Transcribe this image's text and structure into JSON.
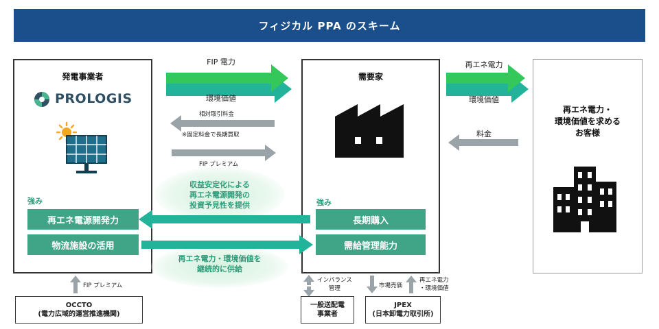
{
  "title": "フィジカル PPA のスキーム",
  "generator": {
    "heading": "発電事業者",
    "logo_text": "PROLOGIS",
    "strength_label": "強み",
    "strengths": [
      "再エネ電源開発力",
      "物流施設の活用"
    ]
  },
  "consumer": {
    "heading": "需要家",
    "strength_label": "強み",
    "strengths": [
      "長期購入",
      "需給管理能力"
    ]
  },
  "customer": {
    "lines": [
      "再エネ電力・",
      "環境価値を求める",
      "お客様"
    ]
  },
  "arrows": {
    "fip_power": "FIP 電力",
    "env_value_left": "環境価値",
    "relative_trade": "相対取引料金",
    "fixed_rate": "※固定料金で長期買取",
    "fip_premium_mid": "FIP プレミアム",
    "re_power": "再エネ電力",
    "env_value_right": "環境価値",
    "fee": "料金",
    "fip_premium_bottom": "FIP プレミアム",
    "imbalance": [
      "インバランス",
      "管理"
    ],
    "market_sale": "市場売価",
    "re_env": [
      "再エネ電力",
      "・環境価値"
    ]
  },
  "callouts": {
    "top": [
      "収益安定化による",
      "再エネ電源開発の",
      "投資予見性を提供"
    ],
    "bottom": [
      "再エネ電力・環境価値を",
      "継続的に供給"
    ]
  },
  "bottom_boxes": {
    "occto": [
      "OCCTO",
      "(電力広域的運営推進機関)"
    ],
    "dist": [
      "一般送配電",
      "事業者"
    ],
    "jpex": [
      "JPEX",
      "(日本卸電力取引所)"
    ]
  },
  "colors": {
    "banner": "#1b4f8b",
    "green_button": "#3fa586",
    "green_text": "#2e9c7b",
    "arrow_green": "#34c759",
    "arrow_teal": "#23b39a",
    "arrow_gray": "#9aa3a8"
  },
  "icons": [
    "sun-icon",
    "solar-panel-icon",
    "factory-icon",
    "building-icon",
    "prologis-logo-icon"
  ]
}
